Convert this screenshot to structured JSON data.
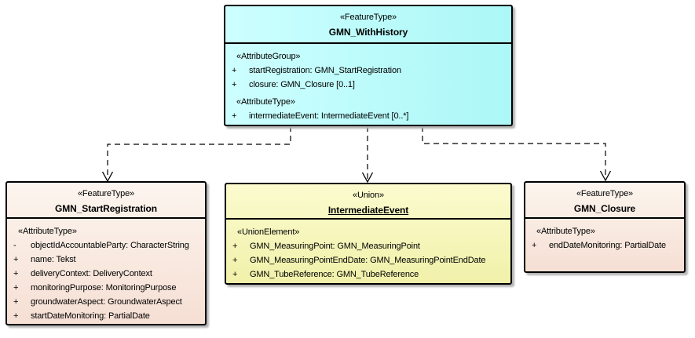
{
  "classes": [
    {
      "stereotype": "«FeatureType»",
      "name": "GMN_WithHistory",
      "sections": [
        {
          "label": "«AttributeGroup»",
          "attributes": [
            {
              "visibility": "+",
              "text": "startRegistration: GMN_StartRegistration"
            },
            {
              "visibility": "+",
              "text": "closure: GMN_Closure [0..1]"
            }
          ]
        },
        {
          "label": "«AttributeType»",
          "attributes": [
            {
              "visibility": "+",
              "text": "intermediateEvent: IntermediateEvent [0..*]"
            }
          ]
        }
      ]
    },
    {
      "stereotype": "«FeatureType»",
      "name": "GMN_StartRegistration",
      "sections": [
        {
          "label": "«AttributeType»",
          "attributes": [
            {
              "visibility": "-",
              "text": "objectIdAccountableParty: CharacterString"
            },
            {
              "visibility": "+",
              "text": "name: Tekst"
            },
            {
              "visibility": "+",
              "text": "deliveryContext: DeliveryContext"
            },
            {
              "visibility": "+",
              "text": "monitoringPurpose: MonitoringPurpose"
            },
            {
              "visibility": "+",
              "text": "groundwaterAspect: GroundwaterAspect"
            },
            {
              "visibility": "+",
              "text": "startDateMonitoring: PartialDate"
            }
          ]
        }
      ]
    },
    {
      "stereotype": "«Union»",
      "name": "IntermediateEvent",
      "sections": [
        {
          "label": "«UnionElement»",
          "attributes": [
            {
              "visibility": "+",
              "text": "GMN_MeasuringPoint: GMN_MeasuringPoint"
            },
            {
              "visibility": "+",
              "text": "GMN_MeasuringPointEndDate: GMN_MeasuringPointEndDate"
            },
            {
              "visibility": "+",
              "text": "GMN_TubeReference: GMN_TubeReference"
            }
          ]
        }
      ]
    },
    {
      "stereotype": "«FeatureType»",
      "name": "GMN_Closure",
      "sections": [
        {
          "label": "«AttributeType»",
          "attributes": [
            {
              "visibility": "+",
              "text": "endDateMonitoring: PartialDate"
            }
          ]
        }
      ]
    }
  ],
  "connectors": [
    {
      "type": "dependency",
      "line": "dashed",
      "arrow": "open",
      "from": "GMN_WithHistory",
      "to": "GMN_StartRegistration"
    },
    {
      "type": "dependency",
      "line": "dashed",
      "arrow": "open",
      "from": "GMN_WithHistory",
      "to": "IntermediateEvent"
    },
    {
      "type": "dependency",
      "line": "dashed",
      "arrow": "open",
      "from": "GMN_WithHistory",
      "to": "GMN_Closure"
    }
  ],
  "colors": {
    "featuretype_history_fill": "#BDFBFB",
    "featuretype_fill_top": "#FCF5EE",
    "featuretype_fill_bottom": "#F6DFD4",
    "union_fill_top": "#FBFBCF",
    "union_fill_bottom": "#F1F1AA",
    "border": "#000000",
    "text": "#000000",
    "shadow": "#B3B3B3",
    "background": "#FFFFFF"
  }
}
